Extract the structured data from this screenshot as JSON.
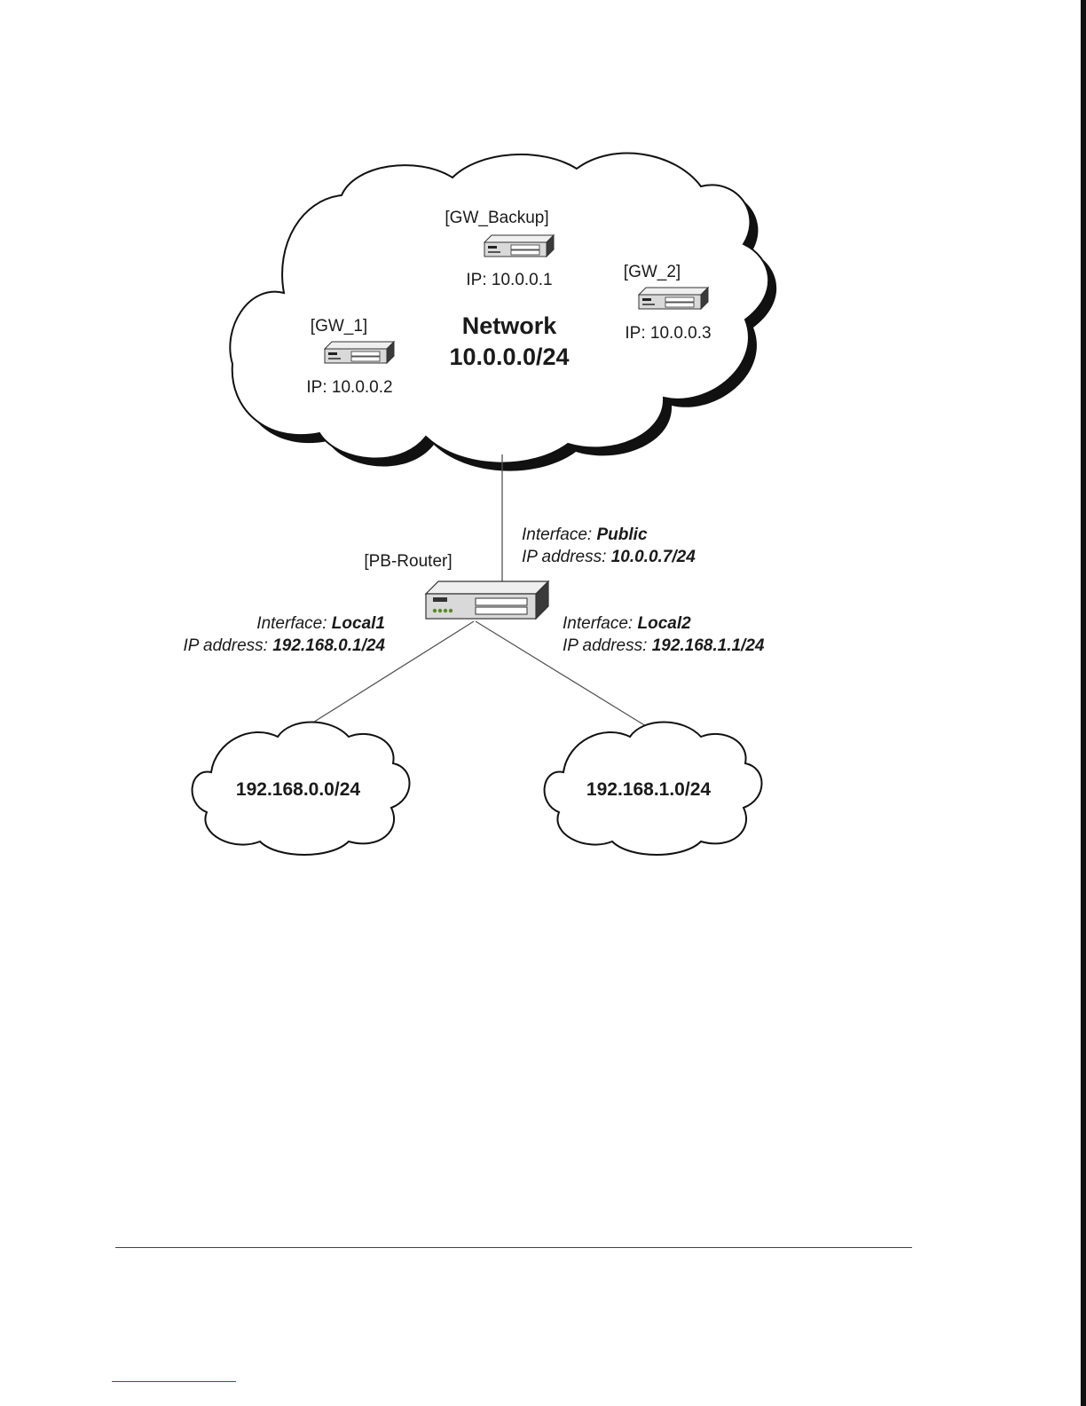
{
  "main_network": {
    "label_line1": "Network",
    "label_line2": "10.0.0.0/24"
  },
  "devices": {
    "gw_backup": {
      "name": "[GW_Backup]",
      "ip": "IP: 10.0.0.1"
    },
    "gw_1": {
      "name": "[GW_1]",
      "ip": "IP: 10.0.0.2"
    },
    "gw_2": {
      "name": "[GW_2]",
      "ip": "IP: 10.0.0.3"
    },
    "router": {
      "name": "[PB-Router]"
    }
  },
  "interfaces": {
    "public": {
      "prefix": "Interface: ",
      "name": "Public",
      "ip_prefix": "IP address: ",
      "ip": "10.0.0.7/24"
    },
    "local1": {
      "prefix": "Interface: ",
      "name": "Local1",
      "ip_prefix": "IP address: ",
      "ip": "192.168.0.1/24"
    },
    "local2": {
      "prefix": "Interface: ",
      "name": "Local2",
      "ip_prefix": "IP address: ",
      "ip": "192.168.1.1/24"
    }
  },
  "subnets": {
    "left": "192.168.0.0/24",
    "right": "192.168.1.0/24"
  },
  "colors": {
    "line": "#555555",
    "device_body": "#d9d9d9",
    "device_dark": "#3a3a3a",
    "link_underline": "#3344cc"
  }
}
